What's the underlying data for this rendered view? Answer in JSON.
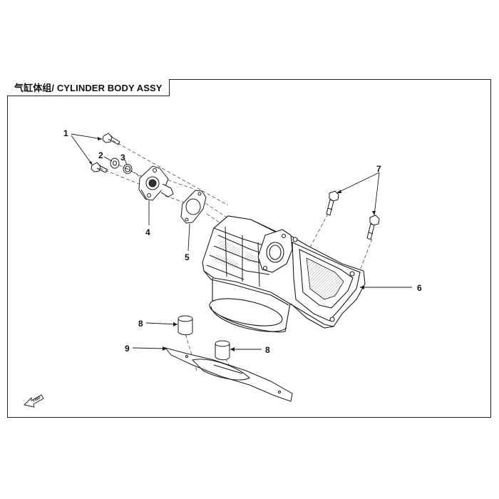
{
  "header": {
    "title": "气缸体组/ CYLINDER BODY ASSY"
  },
  "fwd_label": "FWD",
  "callouts": [
    {
      "id": "1",
      "label": "1"
    },
    {
      "id": "2",
      "label": "2"
    },
    {
      "id": "3",
      "label": "3"
    },
    {
      "id": "4",
      "label": "4"
    },
    {
      "id": "5",
      "label": "5"
    },
    {
      "id": "6",
      "label": "6"
    },
    {
      "id": "7",
      "label": "7"
    },
    {
      "id": "8a",
      "label": "8"
    },
    {
      "id": "8b",
      "label": "8"
    },
    {
      "id": "9",
      "label": "9"
    }
  ],
  "colors": {
    "line": "#1a1a1a",
    "background": "#ffffff"
  }
}
